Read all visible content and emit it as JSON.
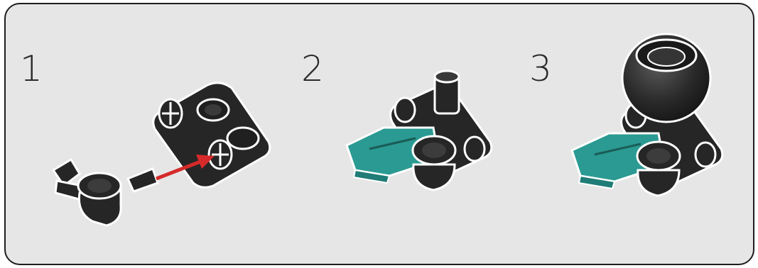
{
  "steps": [
    {
      "number": "1"
    },
    {
      "number": "2"
    },
    {
      "number": "3"
    }
  ],
  "colors": {
    "panel_bg": "#e6e6e6",
    "part_dark": "#262626",
    "part_teal": "#2a9a92",
    "arrow": "#d62a2a",
    "outline": "#ffffff"
  }
}
